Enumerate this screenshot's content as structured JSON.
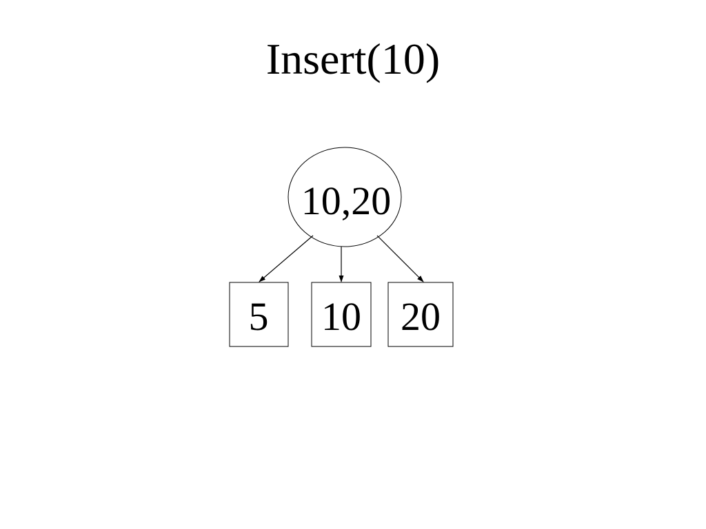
{
  "slide": {
    "title": "Insert(10)"
  },
  "tree": {
    "root": {
      "label": "10,20"
    },
    "children": [
      {
        "label": "5"
      },
      {
        "label": "10"
      },
      {
        "label": "20"
      }
    ]
  },
  "colors": {
    "stroke": "#000000",
    "background": "#ffffff"
  }
}
